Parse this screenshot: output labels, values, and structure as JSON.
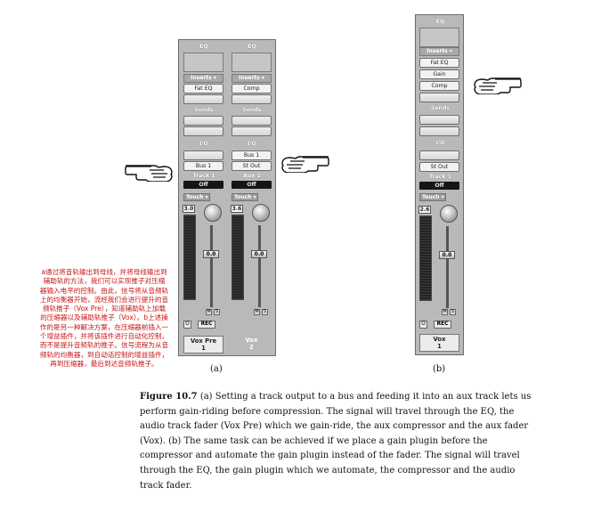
{
  "annotation_lines": [
    "a通过将音轨输出到母线，并将母线输出到",
    "辅助轨的方法，我们可以实现推子对压缩",
    "器输入电平的控制。由此，信号将从音频轨",
    "上的均衡器开始，流经我们会进行提升的音",
    "频轨推子（Vox Pre），知道辅助轨上加载",
    "的压缩器以及辅助轨推子（Vox）。b上述操",
    "作的是另一种解决方案，在压缩器前插入一",
    "个增益插件，并将该插件进行自动化控制，",
    "而不是提升音频轨的推子。信号流程为从音",
    "频轨的均衡器，到自动话控制的增益插件，",
    "再到压缩器，最后到达音频轨推子。"
  ],
  "strip_labels": {
    "eq": "EQ",
    "inserts": "Inserts ▾",
    "sends": "Sends",
    "io": "I/O",
    "touch": "Touch ▾",
    "o": "O",
    "rec": "REC",
    "m": "M",
    "s": "S"
  },
  "strips_a": [
    {
      "insert1": "Fat EQ",
      "output": "Bus 1",
      "track_label": "Track 1",
      "off": "Off",
      "pan_value": "3.0",
      "fader_value": "0.0",
      "name": "Vox Pre",
      "number": "1"
    },
    {
      "insert1": "Comp",
      "input": "Bus 1",
      "output": "St Out",
      "track_label": "Aux 1",
      "off": "Off",
      "pan_value": "3.6",
      "fader_value": "0.0",
      "name": "Vox",
      "number": "2"
    }
  ],
  "strip_b": {
    "insert1": "Fat EQ",
    "insert2": "Gain",
    "insert3": "Comp",
    "output": "St Out",
    "track_label": "Track 1",
    "off": "Off",
    "pan_value": "2.6",
    "fader_value": "0.0",
    "name": "Vox",
    "number": "1"
  },
  "figure_labels": {
    "a": "(a)",
    "b": "(b)"
  },
  "caption": {
    "label": "Figure 10.7",
    "text": " (a) Setting a track output to a bus and feeding it into an aux track lets us perform gain-riding before compression. The signal will travel through the EQ, the audio track fader (Vox Pre) which we gain-ride, the aux compressor and the aux fader (Vox). (b) The same task can be achieved if we place a gain plugin before the compressor and automate the gain plugin instead of the fader. The signal will travel through the EQ, the gain plugin which we automate, the compressor and the audio track fader."
  }
}
